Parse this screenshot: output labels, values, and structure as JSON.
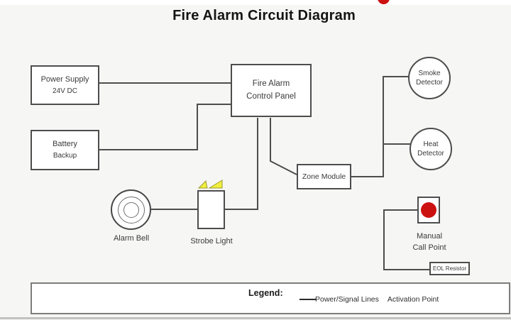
{
  "title": "Fire Alarm Circuit Diagram",
  "colors": {
    "background": "#f6f6f4",
    "wire": "#4d4d4d",
    "accent_red": "#cc1111",
    "strobe_yellow": "#f2ee3e"
  },
  "nodes": {
    "power_supply": {
      "label": "Power Supply",
      "sublabel": "24V DC"
    },
    "battery": {
      "label": "Battery",
      "sublabel": "Backup"
    },
    "control_panel": {
      "line1": "Fire Alarm",
      "line2": "Control Panel"
    },
    "smoke_detector": {
      "line1": "Smoke",
      "line2": "Detector"
    },
    "heat_detector": {
      "line1": "Heat",
      "line2": "Detector"
    },
    "zone_module": {
      "label": "Zone Module"
    },
    "alarm_bell": {
      "label": "Alarm Bell"
    },
    "strobe_light": {
      "label": "Strobe Light"
    },
    "manual_call_point": {
      "line1": "Manual",
      "line2": "Call Point"
    },
    "eol_resistor": {
      "label": "EOL Resistor"
    }
  },
  "legend": {
    "title": "Legend:",
    "items": [
      "Power/Signal Lines",
      "Activation Point"
    ]
  }
}
